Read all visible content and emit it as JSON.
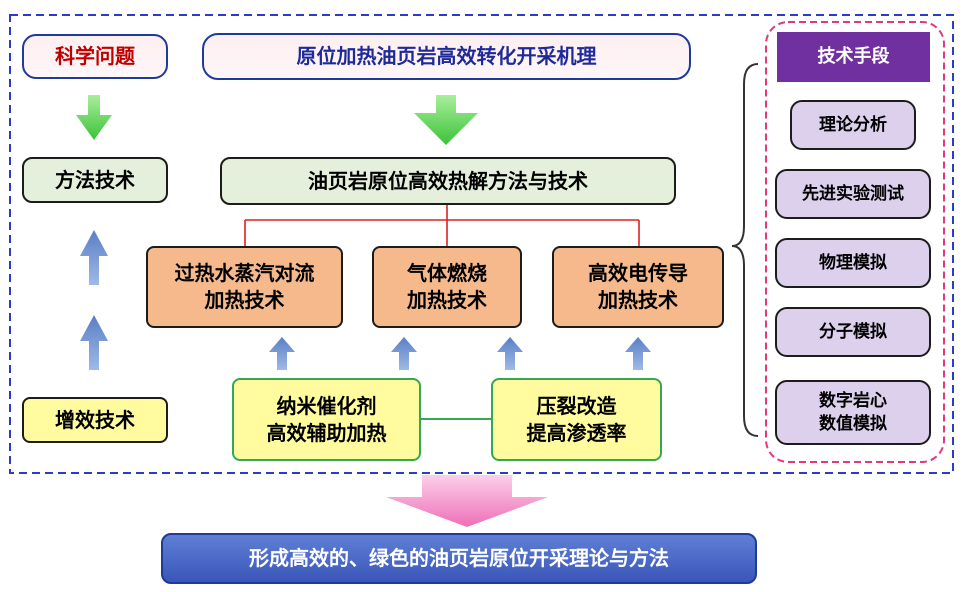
{
  "left_column": {
    "science_question": "科学问题",
    "method_tech": "方法技术",
    "enhance_tech": "增效技术"
  },
  "mechanism": "原位加热油页岩高效转化开采机理",
  "method_main": "油页岩原位高效热解方法与技术",
  "heating_methods": [
    {
      "label": "过热水蒸汽对流\n加热技术"
    },
    {
      "label": "气体燃烧\n加热技术"
    },
    {
      "label": "高效电传导\n加热技术"
    }
  ],
  "enhancements": [
    {
      "label": "纳米催化剂\n高效辅助加热"
    },
    {
      "label": "压裂改造\n提高渗透率"
    }
  ],
  "tech_means": {
    "title": "技术手段",
    "items": [
      {
        "label": "理论分析"
      },
      {
        "label": "先进实验测试"
      },
      {
        "label": "物理模拟"
      },
      {
        "label": "分子模拟"
      },
      {
        "label": "数字岩心\n数值模拟"
      }
    ]
  },
  "outcome": "形成高效的、绿色的油页岩原位开采理论与方法",
  "colors": {
    "frame_blue": "#2b3cc7",
    "frame_pink": "#e03a7a",
    "arrow_green": "#5fd64f",
    "arrow_blue": "#7f9fd6",
    "arrow_pink": "#f090c8",
    "connector_red": "#e02020",
    "connector_green": "#34a853",
    "tech_header": "#7030a0"
  }
}
